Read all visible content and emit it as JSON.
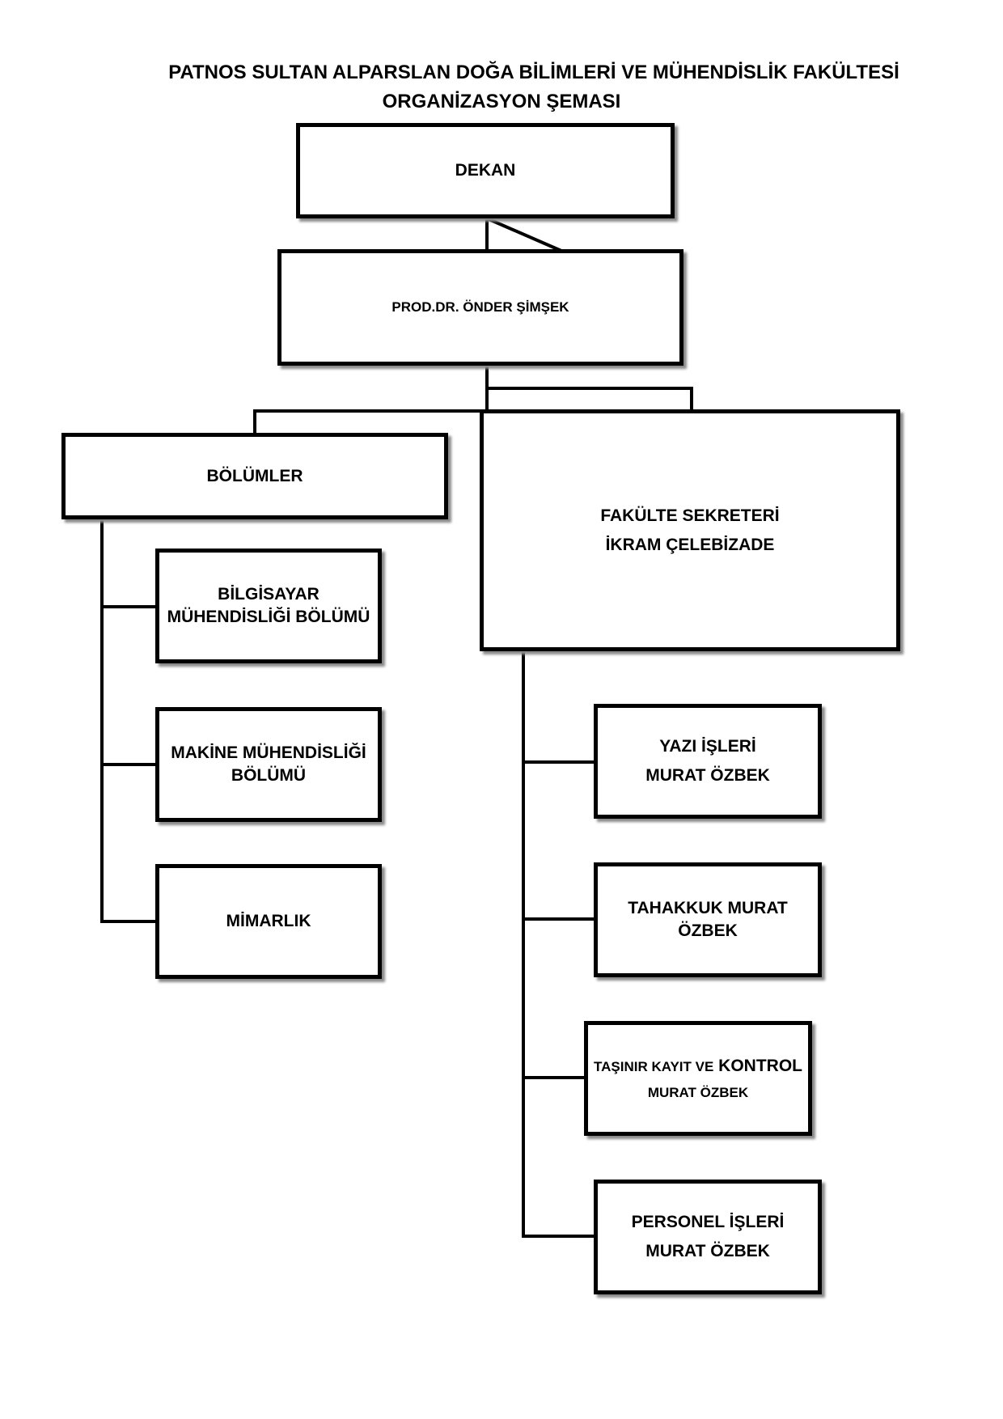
{
  "title": {
    "line1": "PATNOS SULTAN ALPARSLAN DOĞA BİLİMLERİ VE MÜHENDİSLİK FAKÜLTESİ",
    "line2": "ORGANİZASYON ŞEMASI"
  },
  "nodes": {
    "dekan": "DEKAN",
    "dekan_name": "PROD.DR. ÖNDER ŞİMŞEK",
    "bolumler": "BÖLÜMLER",
    "bilgisayar": {
      "line1": "BİLGİSAYAR",
      "line2": "MÜHENDİSLİĞİ BÖLÜMÜ"
    },
    "makine": {
      "line1": "MAKİNE MÜHENDİSLİĞİ",
      "line2": "BÖLÜMÜ"
    },
    "mimarlik": "MİMARLIK",
    "sekreter": {
      "line1": "FAKÜLTE SEKRETERİ",
      "line2": "İKRAM ÇELEBİZADE"
    },
    "yazi": {
      "line1": "YAZI İŞLERİ",
      "line2": "MURAT ÖZBEK"
    },
    "tahakkuk": {
      "line1": "TAHAKKUK MURAT",
      "line2": "ÖZBEK"
    },
    "tasinir": {
      "line1_small": "TAŞINIR KAYIT VE",
      "line1_large": "KONTROL",
      "line2": "MURAT ÖZBEK"
    },
    "personel": {
      "line1": "PERSONEL İŞLERİ",
      "line2": "MURAT ÖZBEK"
    }
  }
}
